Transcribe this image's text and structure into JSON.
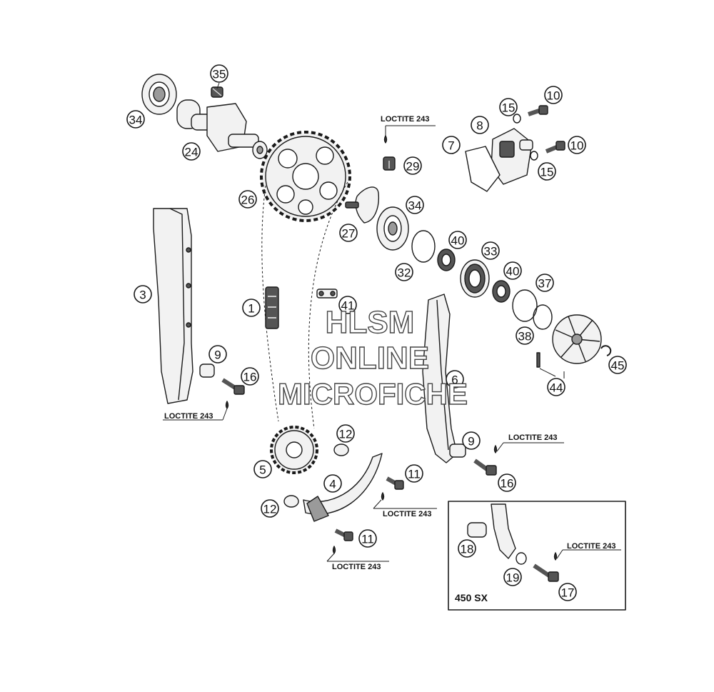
{
  "diagram": {
    "callouts": [
      {
        "id": "1",
        "label": "1"
      },
      {
        "id": "3",
        "label": "3"
      },
      {
        "id": "4",
        "label": "4"
      },
      {
        "id": "5",
        "label": "5"
      },
      {
        "id": "6",
        "label": "6"
      },
      {
        "id": "7",
        "label": "7"
      },
      {
        "id": "8",
        "label": "8"
      },
      {
        "id": "9a",
        "label": "9"
      },
      {
        "id": "9b",
        "label": "9"
      },
      {
        "id": "10a",
        "label": "10"
      },
      {
        "id": "10b",
        "label": "10"
      },
      {
        "id": "11a",
        "label": "11"
      },
      {
        "id": "11b",
        "label": "11"
      },
      {
        "id": "12a",
        "label": "12"
      },
      {
        "id": "12b",
        "label": "12"
      },
      {
        "id": "15a",
        "label": "15"
      },
      {
        "id": "15b",
        "label": "15"
      },
      {
        "id": "16a",
        "label": "16"
      },
      {
        "id": "16b",
        "label": "16"
      },
      {
        "id": "17",
        "label": "17"
      },
      {
        "id": "18",
        "label": "18"
      },
      {
        "id": "19",
        "label": "19"
      },
      {
        "id": "24",
        "label": "24"
      },
      {
        "id": "26",
        "label": "26"
      },
      {
        "id": "27",
        "label": "27"
      },
      {
        "id": "29",
        "label": "29"
      },
      {
        "id": "32",
        "label": "32"
      },
      {
        "id": "33",
        "label": "33"
      },
      {
        "id": "34a",
        "label": "34"
      },
      {
        "id": "34b",
        "label": "34"
      },
      {
        "id": "35",
        "label": "35"
      },
      {
        "id": "37",
        "label": "37"
      },
      {
        "id": "38",
        "label": "38"
      },
      {
        "id": "40a",
        "label": "40"
      },
      {
        "id": "40b",
        "label": "40"
      },
      {
        "id": "41",
        "label": "41"
      },
      {
        "id": "44",
        "label": "44"
      },
      {
        "id": "45",
        "label": "45"
      }
    ],
    "loctite_notes": [
      {
        "id": "l1",
        "text": "LOCTITE 243"
      },
      {
        "id": "l2",
        "text": "LOCTITE 243"
      },
      {
        "id": "l3",
        "text": "LOCTITE 243"
      },
      {
        "id": "l4",
        "text": "LOCTITE 243"
      },
      {
        "id": "l5",
        "text": "LOCTITE 243"
      },
      {
        "id": "l6",
        "text": "LOCTITE 243"
      }
    ],
    "variant_box_label": "450 SX",
    "watermark": [
      "HLSM",
      "ONLINE",
      "MICROFICHE"
    ],
    "colors": {
      "line": "#1a1a1a",
      "part_fill": "#f2f2f2",
      "shade": "#9a9a9a",
      "background": "#ffffff"
    }
  }
}
